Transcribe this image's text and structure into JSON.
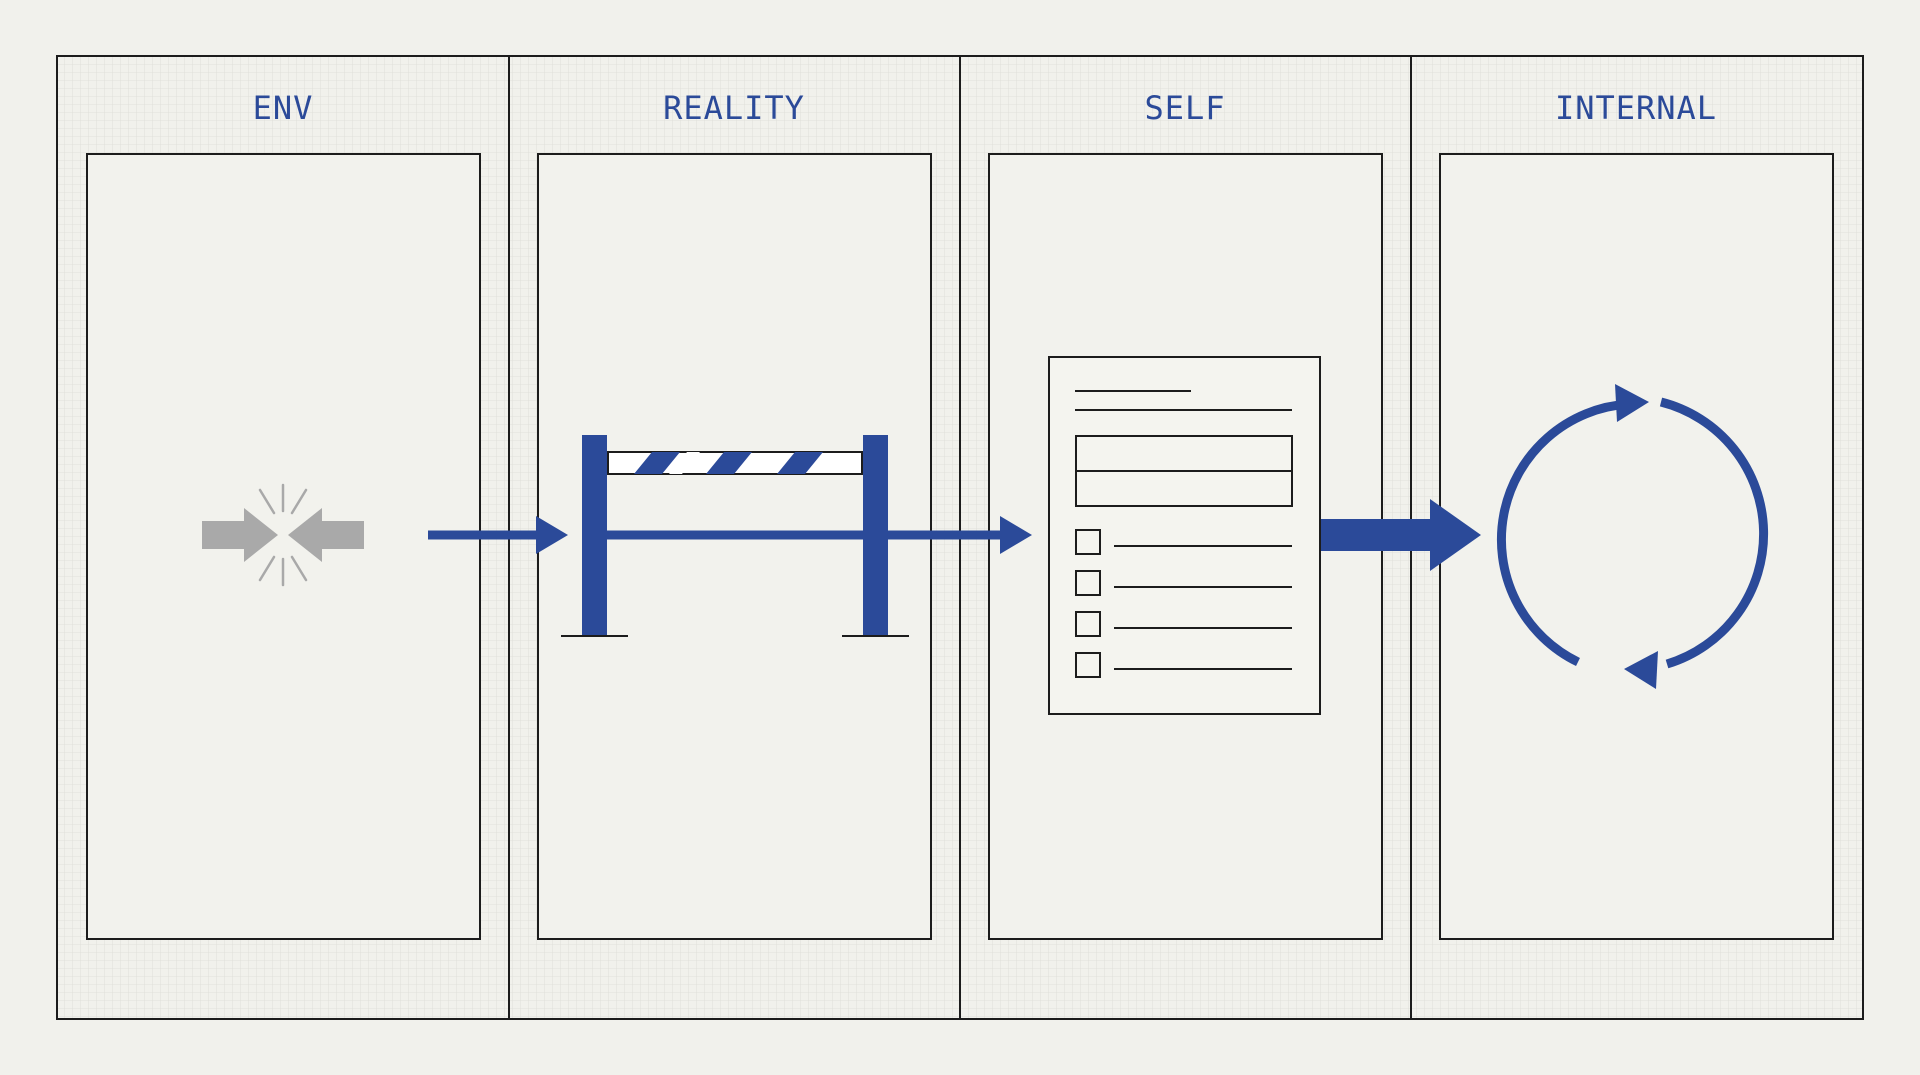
{
  "columns": [
    {
      "id": "env",
      "label": "ENV"
    },
    {
      "id": "reality",
      "label": "REALITY"
    },
    {
      "id": "self",
      "label": "SELF"
    },
    {
      "id": "internal",
      "label": "INTERNAL"
    }
  ],
  "icons": [
    "collision-icon",
    "barrier-icon",
    "checklist-document-icon",
    "cycle-icon"
  ],
  "colors": {
    "background": "#f1f1ec",
    "grid": "#dcdcd6",
    "line": "#1c1c1c",
    "accent": "#2b4a99",
    "muted": "#a9a9a9"
  }
}
